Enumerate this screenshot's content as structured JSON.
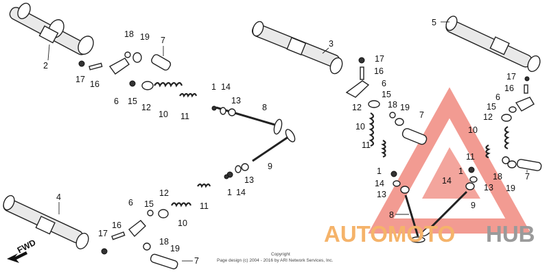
{
  "diagram": {
    "callouts": {
      "camshaft_left_top": "2",
      "camshaft_center": "3",
      "camshaft_left_bottom": "4",
      "camshaft_right_top": "5",
      "a_lifter_1": "1",
      "a_seal_14": "14",
      "a_seat_13": "13",
      "a_valve_8": "8",
      "b_lifter_1": "1",
      "b_seal_14": "14",
      "b_seat_13": "13",
      "b_valve_9": "9",
      "c_bolt_17": "17",
      "c_pin_16": "16",
      "c_arm_6": "6",
      "c_nut_15": "15",
      "c_ret_12": "12",
      "c_spring_10": "10",
      "c_spring_11": "11",
      "c_18": "18",
      "c_19": "19",
      "c_7": "7",
      "d_bolt_17": "17",
      "d_pin_16": "16",
      "d_arm_6": "6",
      "d_nut_15": "15",
      "d_ret_12": "12",
      "d_spring_10": "10",
      "d_spring_11": "11",
      "d_18": "18",
      "d_19": "19",
      "d_7": "7",
      "e_17": "17",
      "e_16": "16",
      "e_6": "6",
      "e_15": "15",
      "e_12": "12",
      "e_18": "18",
      "e_19": "19",
      "e_7": "7",
      "e_10": "10",
      "e_11": "11",
      "e_1": "1",
      "e_14": "14",
      "e_13": "13",
      "e_8": "8",
      "f_17": "17",
      "f_16": "16",
      "f_6": "6",
      "f_15": "15",
      "f_12": "12",
      "f_10": "10",
      "f_11": "11",
      "f_1": "1",
      "f_14": "14",
      "f_13": "13",
      "f_9": "9",
      "f_18": "18",
      "f_19": "19",
      "f_7": "7"
    },
    "fwd_label": "FWD",
    "copyright_line1": "Copyright",
    "copyright_line2": "Page design (c) 2004 - 2016 by ARI Network Services, Inc."
  },
  "watermark": {
    "brand_part1": "AUTOMOTO",
    "brand_part2": "HUB",
    "color_primary": "#f5b36a",
    "color_secondary": "#9a9a9a",
    "logo_color": "#f08a80"
  }
}
